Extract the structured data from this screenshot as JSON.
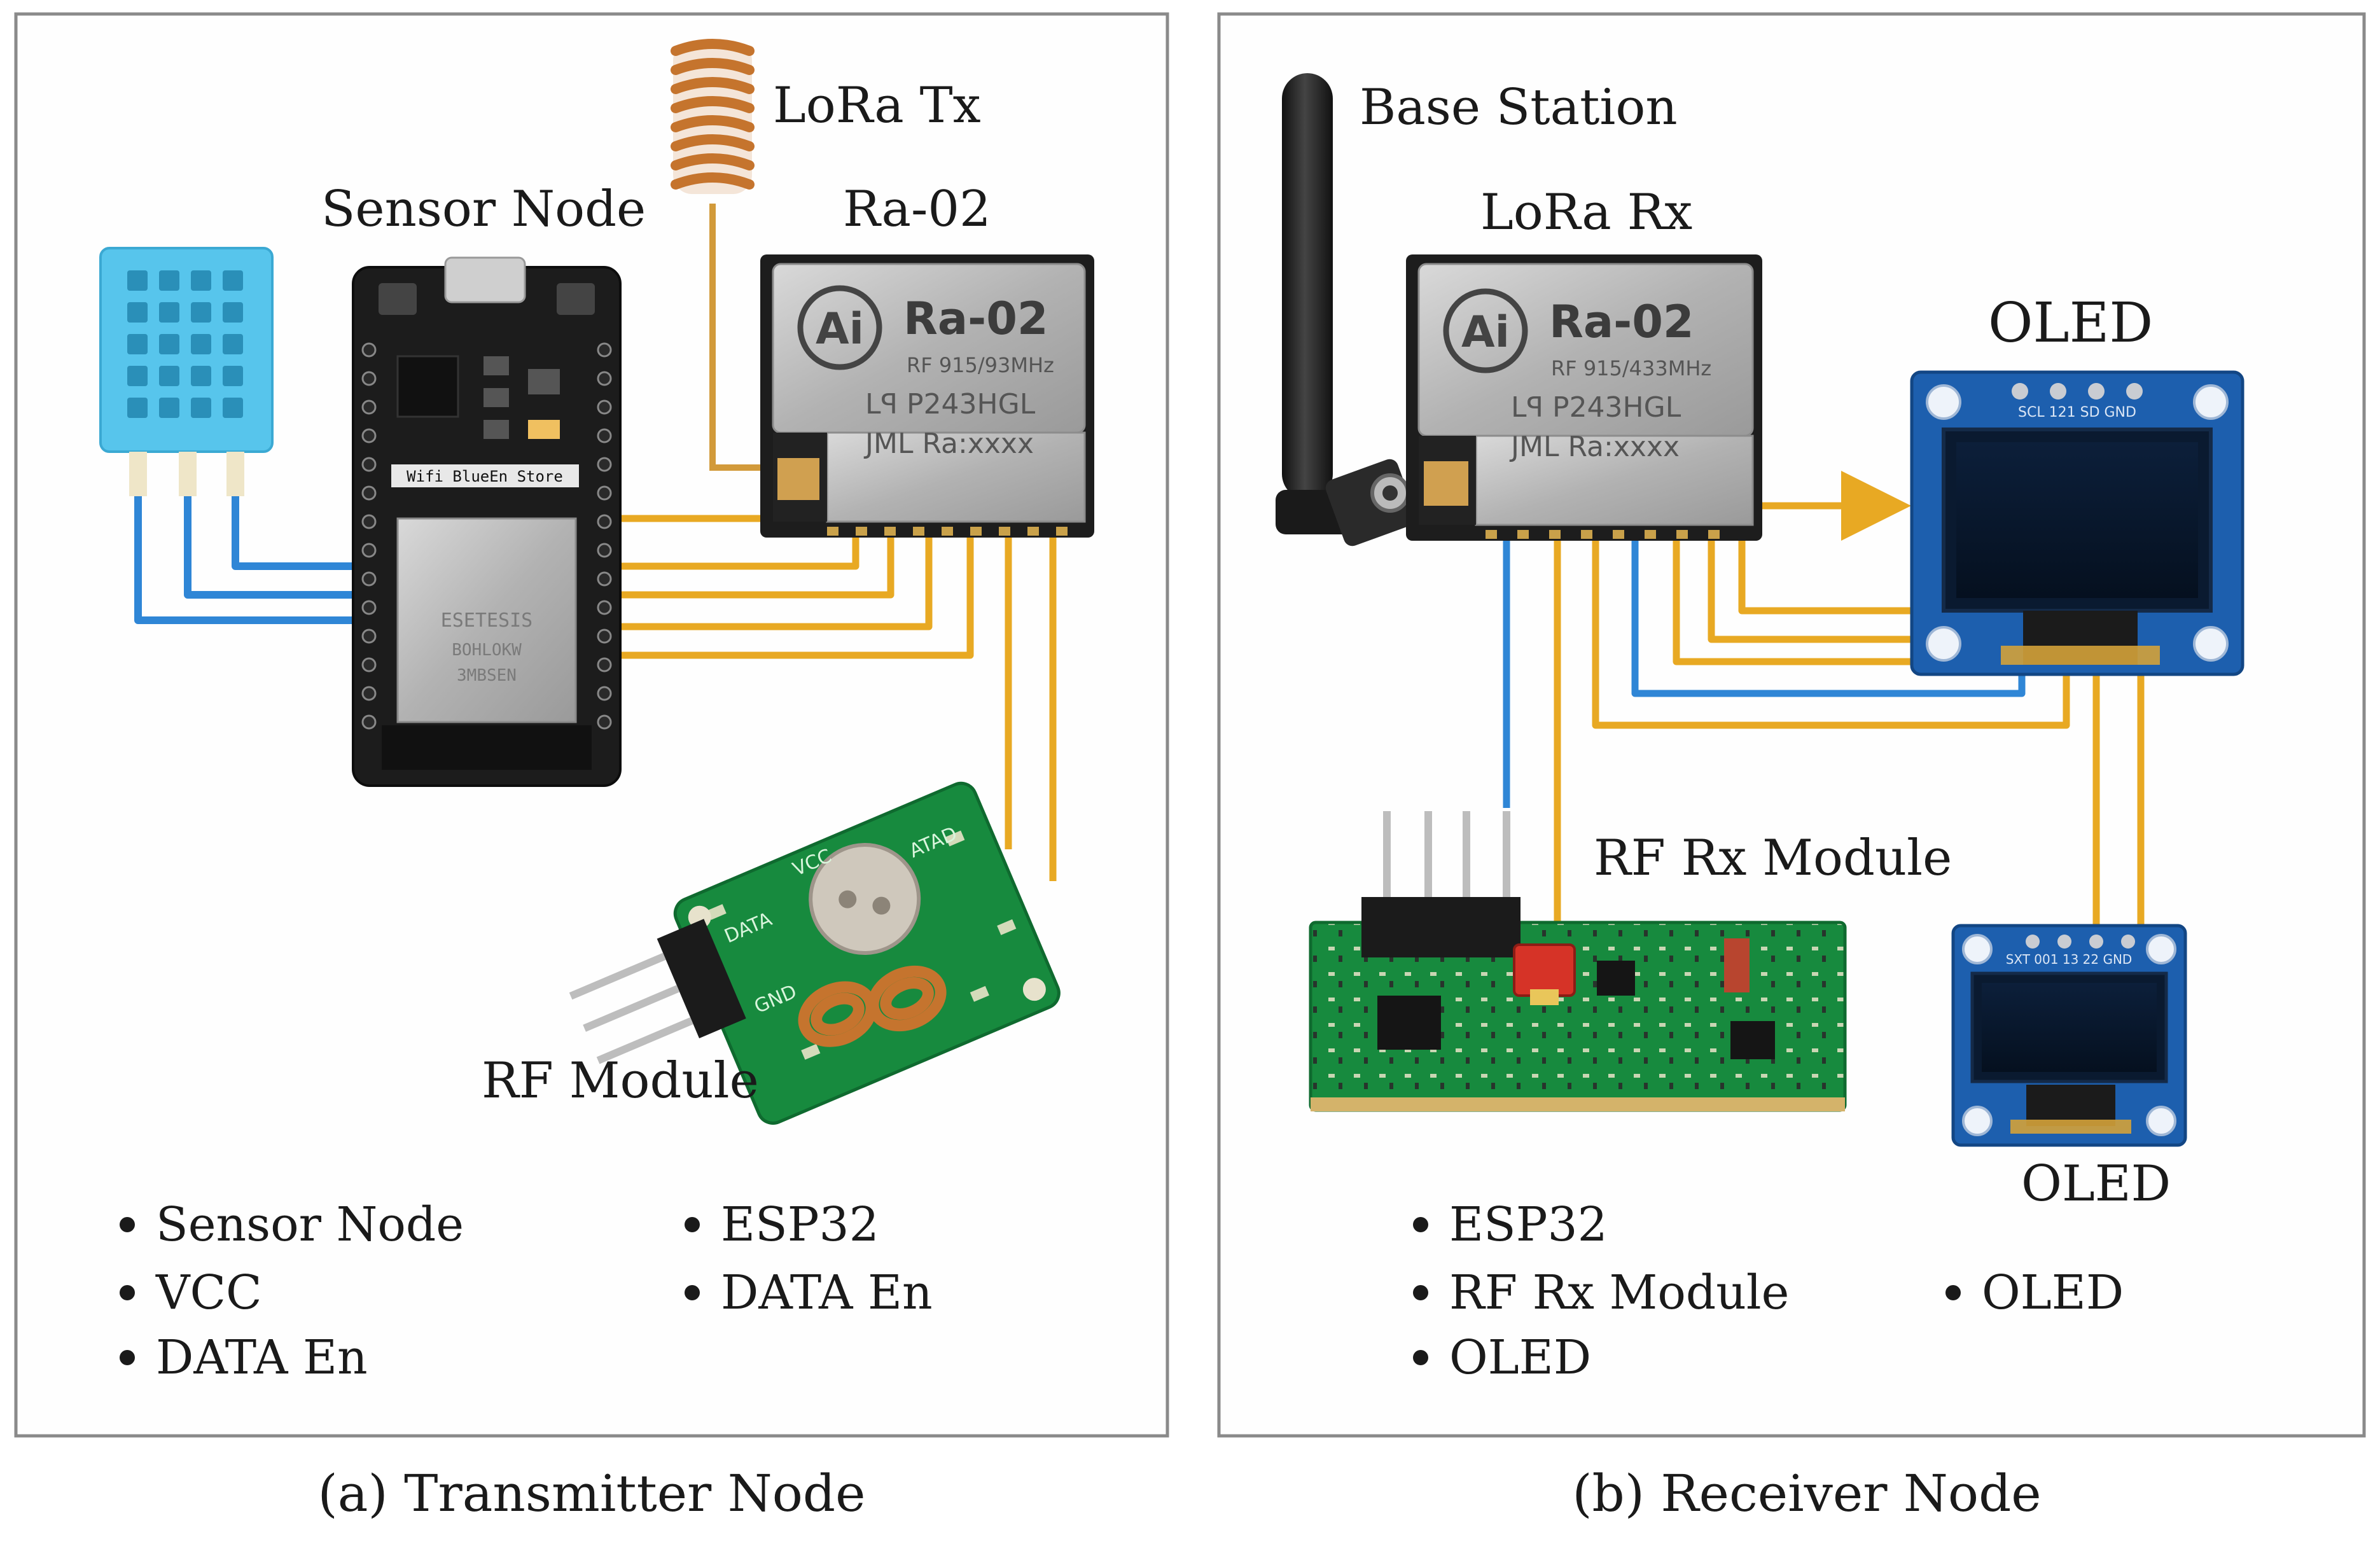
{
  "panels": {
    "transmitter": {
      "caption": "(a) Transmitter Node",
      "labels": {
        "lora_tx": "LoRa Tx",
        "sensor_node": "Sensor Node",
        "ra02": "Ra-02",
        "rf_module": "RF Module"
      },
      "ra02_chip": {
        "logo": "Ai",
        "model": "Ra-02",
        "freq": "RF 915/93MHz",
        "line1": "Lꟼ P243HGL",
        "line2": "JML Ra:xxxx"
      },
      "esp_board_text": "Wifi BlueEn Store",
      "esp_shield_text": "ESETESIS",
      "esp_shield_sub": "BOHLOKW",
      "esp_shield_sub2": "3MBSEN",
      "rf_silk": [
        "VCC",
        "DATA",
        "GND",
        "ATAD"
      ],
      "legend_left": [
        "Sensor Node",
        "VCC",
        "DATA En"
      ],
      "legend_right": [
        "ESP32",
        "DATA En"
      ]
    },
    "receiver": {
      "caption": "(b) Receiver Node",
      "labels": {
        "base_station": "Base Station",
        "lora_rx": "LoRa Rx",
        "oled_top": "OLED",
        "rf_rx_module": "RF Rx Module",
        "oled_bottom": "OLED"
      },
      "ra02_chip": {
        "logo": "Ai",
        "model": "Ra-02",
        "freq": "RF 915/433MHz",
        "line1": "Lꟼ P243HGL",
        "line2": "JML Ra:xxxx"
      },
      "oled_top_pins": "SCL 121 SD GND",
      "oled_bottom_pins": "SXT 001 13 22 GND",
      "legend_left": [
        "ESP32",
        "RF Rx Module",
        "OLED"
      ],
      "legend_right": [
        "OLED"
      ]
    }
  },
  "colors": {
    "wire_yellow": "#e8a923",
    "wire_blue": "#2f86d6",
    "sensor_blue": "#57c5ec",
    "pcb_green": "#178a3e",
    "oled_blue": "#1d5fae",
    "module_silver": "#b9b9b9",
    "board_black": "#1c1c1c",
    "copper": "#c5742e",
    "frame": "#8a8a8a"
  }
}
